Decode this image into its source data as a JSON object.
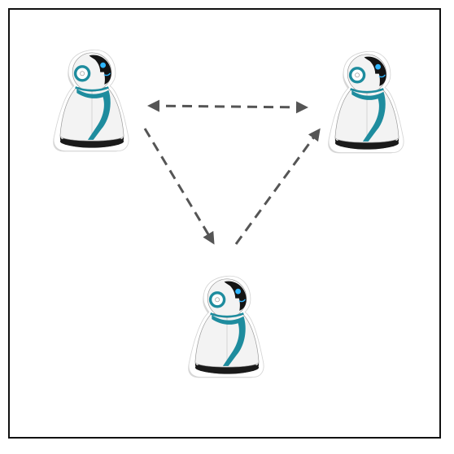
{
  "diagram": {
    "nodes": [
      {
        "id": "robot-left",
        "kind": "social-robot"
      },
      {
        "id": "robot-right",
        "kind": "social-robot"
      },
      {
        "id": "robot-bottom",
        "kind": "social-robot"
      }
    ],
    "edges": [
      {
        "from": "robot-left",
        "to": "robot-right",
        "style": "dashed",
        "direction": "bidirectional"
      },
      {
        "from": "robot-left",
        "to": "robot-bottom",
        "style": "dashed",
        "direction": "forward"
      },
      {
        "from": "robot-bottom",
        "to": "robot-right",
        "style": "dashed",
        "direction": "forward"
      }
    ]
  },
  "colors": {
    "border": "#111111",
    "arrow": "#555555",
    "robot_body": "#f3f3f3",
    "robot_accent": "#1e8c9e",
    "robot_face": "#141414",
    "robot_eye": "#2fb6ff",
    "robot_base": "#1a1a1a",
    "shadow": "#b8b8b8"
  },
  "icons": [
    "robot-icon",
    "arrow-head-icon"
  ]
}
